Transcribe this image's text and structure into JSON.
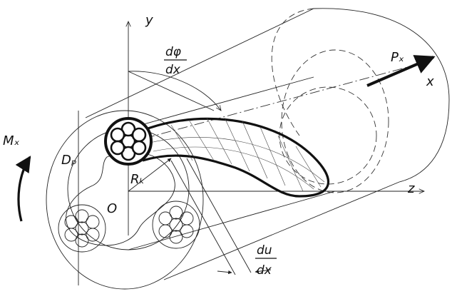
{
  "labels": {
    "y_axis": "y",
    "x_axis": "x",
    "z_axis": "z",
    "origin": "O",
    "force": "Pₓ",
    "moment": "Mₓ",
    "diameter": "Dₚ",
    "radius": "Rₖ",
    "dphi_num": "dφ",
    "dphi_den": "dx",
    "du_num": "du",
    "du_den": "dx"
  },
  "colors": {
    "ink": "#111111",
    "background": "#ffffff"
  }
}
